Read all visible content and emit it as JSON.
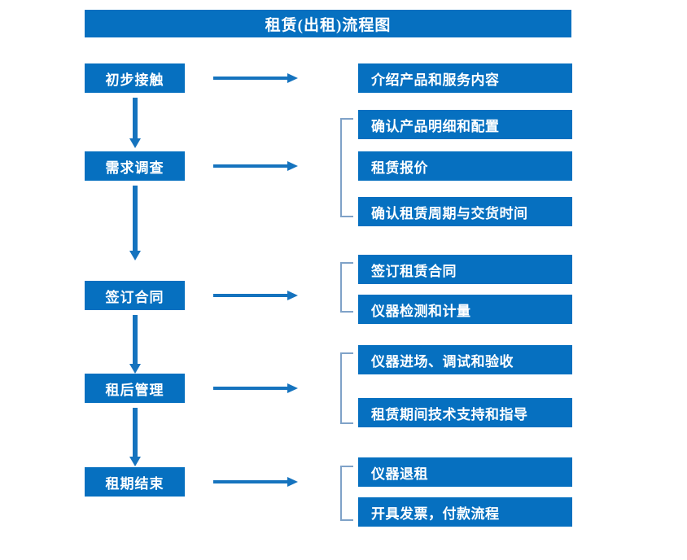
{
  "chart": {
    "title": "租赁(出租)流程图",
    "type": "flowchart",
    "accent_color": "#0670C0",
    "arrow_color": "#1573BE",
    "bracket_color": "#7FA2C8",
    "text_color": "#FFFFFF"
  },
  "stages": [
    {
      "label": "初步接触",
      "details": [
        "介绍产品和服务内容"
      ],
      "bracketed": false
    },
    {
      "label": "需求调查",
      "details": [
        "确认产品明细和配置",
        "租赁报价",
        "确认租赁周期与交货时间"
      ],
      "bracketed": true
    },
    {
      "label": "签订合同",
      "details": [
        "签订租赁合同",
        "仪器检测和计量"
      ],
      "bracketed": true
    },
    {
      "label": "租后管理",
      "details": [
        "仪器进场、调试和验收",
        "租赁期间技术支持和指导"
      ],
      "bracketed": true
    },
    {
      "label": "租期结束",
      "details": [
        "仪器退租",
        "开具发票，付款流程"
      ],
      "bracketed": true
    }
  ],
  "stage_labels": {
    "s0": "初步接触",
    "s1": "需求调查",
    "s2": "签订合同",
    "s3": "租后管理",
    "s4": "租期结束"
  },
  "detail_labels": {
    "d0_0": "介绍产品和服务内容",
    "d1_0": "确认产品明细和配置",
    "d1_1": "租赁报价",
    "d1_2": "确认租赁周期与交货时间",
    "d2_0": "签订租赁合同",
    "d2_1": "仪器检测和计量",
    "d3_0": "仪器进场、调试和验收",
    "d3_1": "租赁期间技术支持和指导",
    "d4_0": "仪器退租",
    "d4_1": "开具发票，付款流程"
  }
}
